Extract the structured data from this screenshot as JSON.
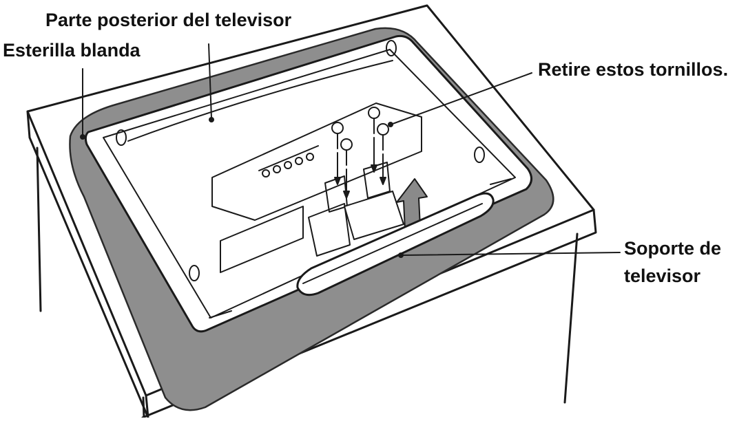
{
  "labels": {
    "tv_back": "Parte posterior del televisor",
    "soft_mat": "Esterilla blanda",
    "remove_screws": "Retire estos tornillos.",
    "tv_stand_line1": "Soporte de",
    "tv_stand_line2": "televisor"
  },
  "colors": {
    "line": "#1a1a1a",
    "mat_fill": "#8e8e8e",
    "table_fill": "#ffffff",
    "tv_fill": "#ffffff",
    "arrow_fill": "#8a8a8a"
  }
}
